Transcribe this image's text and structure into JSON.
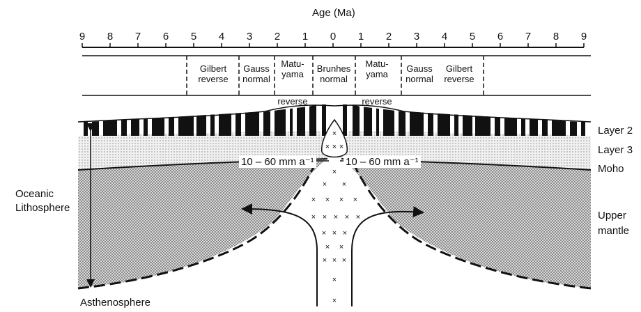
{
  "title": "Age (Ma)",
  "age_ticks": [
    "9",
    "8",
    "7",
    "6",
    "5",
    "4",
    "3",
    "2",
    "1",
    "0",
    "1",
    "2",
    "3",
    "4",
    "5",
    "6",
    "7",
    "8",
    "9"
  ],
  "periods_left": [
    {
      "name": "gilbert-reverse-left",
      "lines": [
        "Gilbert",
        "reverse"
      ]
    },
    {
      "name": "gauss-normal-left",
      "lines": [
        "Gauss",
        "normal"
      ]
    },
    {
      "name": "matuyama-reverse-left",
      "lines": [
        "Matu-",
        "yama",
        "reverse"
      ]
    }
  ],
  "period_center": {
    "name": "brunhes-normal",
    "lines": [
      "Brunhes",
      "normal"
    ]
  },
  "periods_right": [
    {
      "name": "matuyama-reverse-right",
      "lines": [
        "Matu-",
        "yama",
        "reverse"
      ]
    },
    {
      "name": "gauss-normal-right",
      "lines": [
        "Gauss",
        "normal"
      ]
    },
    {
      "name": "gilbert-reverse-right",
      "lines": [
        "Gilbert",
        "reverse"
      ]
    }
  ],
  "spreading_rate_left": "10 – 60 mm a⁻¹",
  "spreading_rate_right": "10 – 60 mm a⁻¹",
  "labels": {
    "layer2": "Layer 2",
    "layer3": "Layer 3",
    "moho": "Moho",
    "oceanic_1": "Oceanic",
    "oceanic_2": "Lithosphere",
    "upper_1": "Upper",
    "upper_2": "mantle",
    "asthenosphere": "Asthenosphere"
  },
  "colors": {
    "ink": "#111111",
    "stipple_dark": "#8a8a8a",
    "stipple_light": "#d4d4d4",
    "paper": "#ffffff"
  }
}
